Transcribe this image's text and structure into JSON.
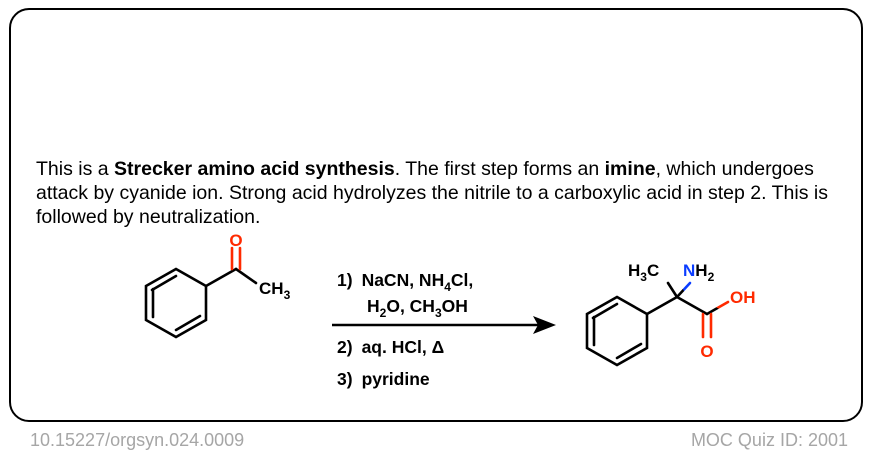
{
  "explanation": {
    "part1": "This is a ",
    "bold1": "Strecker amino acid synthesis",
    "part2": ". The first step forms an ",
    "bold2": "imine",
    "part3": ", which undergoes attack by cyanide ion. Strong acid hydrolyzes the nitrile to a carboxylic acid in step 2. This is followed by neutralization."
  },
  "reactant": {
    "oxygen": "O",
    "methyl_main": "CH",
    "methyl_sub": "3"
  },
  "conditions": {
    "step1_num": "1)",
    "step1_a": "NaCN, NH",
    "step1_a_sub": "4",
    "step1_a_end": "Cl,",
    "step1_b1": "H",
    "step1_b1_sub": "2",
    "step1_b2": "O, CH",
    "step1_b2_sub": "3",
    "step1_b3": "OH",
    "step2_num": "2)",
    "step2": "aq. HCl, Δ",
    "step3_num": "3)",
    "step3": "pyridine"
  },
  "product": {
    "methyl_main": "H",
    "methyl_sub": "3",
    "methyl_end": "C",
    "amine_n": "N",
    "amine_h": "H",
    "amine_sub": "2",
    "hydroxyl": "OH",
    "carbonyl_o": "O"
  },
  "footer": {
    "doi": "10.15227/orgsyn.024.0009",
    "quiz_id": "MOC Quiz ID: 2001"
  },
  "colors": {
    "oxygen": "#ff2a00",
    "nitrogen": "#0a3cff",
    "footer_text": "#a6a6a6"
  }
}
